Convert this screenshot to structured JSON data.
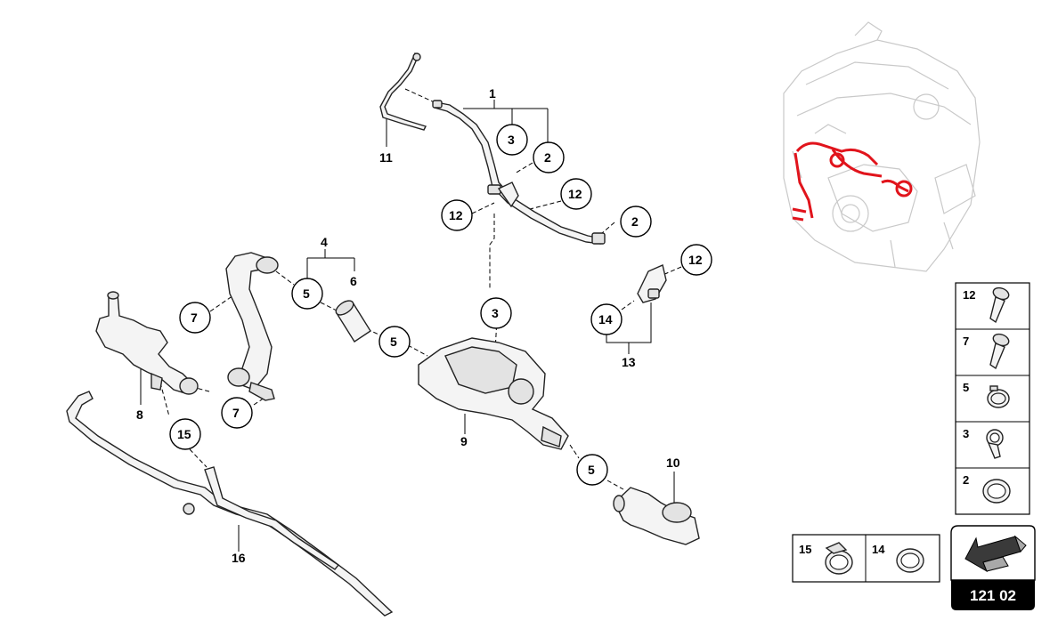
{
  "diagram": {
    "catalog_number": "121 02",
    "colors": {
      "highlight": "#e1141c",
      "badge": "#000000",
      "badge_text": "#ffffff",
      "arrow_fill": "#3a3a3a",
      "arrow_light": "#a9a9a9"
    },
    "callouts": {
      "c1": "1",
      "c3a": "3",
      "c2a": "2",
      "c11": "11",
      "c12a": "12",
      "c12b": "12",
      "c2b": "2",
      "c4": "4",
      "c5a": "5",
      "c6": "6",
      "c7a": "7",
      "c5b": "5",
      "c3b": "3",
      "c12c": "12",
      "c14": "14",
      "c13": "13",
      "c8": "8",
      "c7b": "7",
      "c15": "15",
      "c9": "9",
      "c5c": "5",
      "c10": "10",
      "c16": "16"
    },
    "legend_column": [
      {
        "number": "12",
        "icon": "screw-icon"
      },
      {
        "number": "7",
        "icon": "screw-icon"
      },
      {
        "number": "5",
        "icon": "hose-clamp-icon"
      },
      {
        "number": "3",
        "icon": "p-clip-icon"
      },
      {
        "number": "2",
        "icon": "seal-ring-icon"
      }
    ],
    "legend_row": [
      {
        "number": "15",
        "icon": "spring-clamp-icon"
      },
      {
        "number": "14",
        "icon": "o-ring-icon"
      }
    ]
  }
}
